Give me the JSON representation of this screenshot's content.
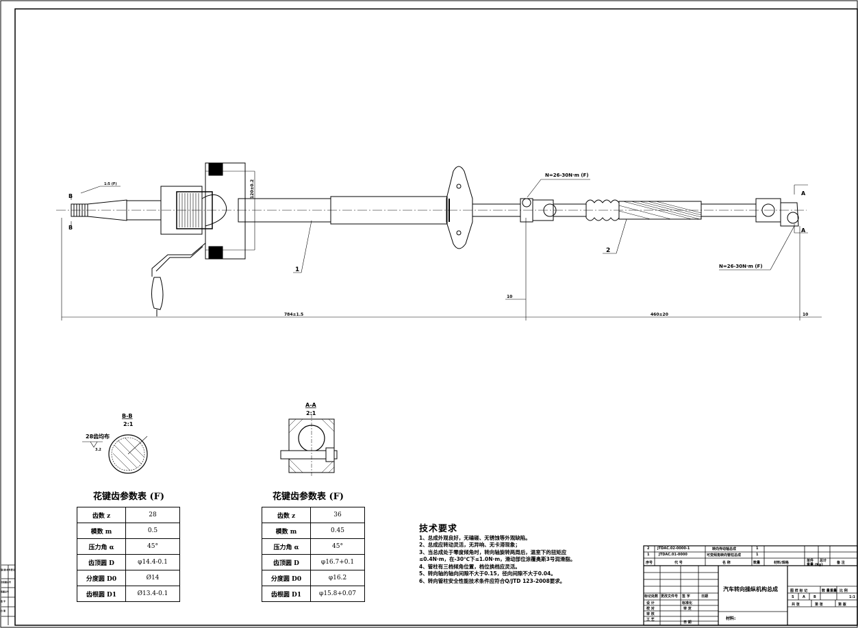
{
  "callouts": {
    "torque_upper": "N=26-30N·m (F)",
    "torque_lower": "N=26-30N·m (F)",
    "part_1": "1",
    "part_2": "2",
    "scale_note": "1:5 (F)",
    "section_b_top": "B",
    "section_b_bottom": "B",
    "section_a_top": "A",
    "section_a_bottom": "A"
  },
  "dimensions": {
    "overall_left": "784±1.5",
    "overall_right": "460±20",
    "vertical_offset": "120±0.2",
    "left_gap": "10",
    "right_gap": "10"
  },
  "views": {
    "bb_title": "B-B",
    "bb_scale": "2:1",
    "bb_note": "28齿均布",
    "bb_roughness": "3.2",
    "aa_title": "A-A",
    "aa_scale": "2:1"
  },
  "spline_table_left": {
    "title": "花键齿参数表 (F)",
    "rows": [
      {
        "label": "齿数 z",
        "value": "28"
      },
      {
        "label": "模数 m",
        "value": "0.5"
      },
      {
        "label": "压力角 α",
        "value": "45°"
      },
      {
        "label": "齿顶圆 D",
        "value": "φ14.4-0.1"
      },
      {
        "label": "分度圆 D0",
        "value": "Ø14"
      },
      {
        "label": "齿根圆 D1",
        "value": "Ø13.4-0.1"
      }
    ]
  },
  "spline_table_right": {
    "title": "花键齿参数表 (F)",
    "rows": [
      {
        "label": "齿数 z",
        "value": "36"
      },
      {
        "label": "模数 m",
        "value": "0.45"
      },
      {
        "label": "压力角 α",
        "value": "45°"
      },
      {
        "label": "齿顶圆 D",
        "value": "φ16.7+0.1"
      },
      {
        "label": "分度圆 D0",
        "value": "φ16.2"
      },
      {
        "label": "齿根圆 D1",
        "value": "φ15.8+0.07"
      }
    ]
  },
  "tech_requirements": {
    "heading": "技术要求",
    "items": [
      "1、总成外观良好，无磕碰、无锈蚀等外观缺陷。",
      "2、总成应转动灵活，无异响、无卡滞现象；",
      "3、当总成处于零度倾角时，转向轴旋转两周后，温室下的扭矩应",
      "   ≤0.4N·m，在-30℃下≤1.0N·m，滑动部位涂覆奥斯3号润滑脂。",
      "4、管柱有三档倾角位置，档位换档应灵活。",
      "5、转向轴的轴向间隙不大于0.15，径向间隙不大于0.04。",
      "6、转向管柱安全性能技术条件应符合Q/JTD 123-2008要求。"
    ]
  },
  "title_block": {
    "drawing_name": "汽车转向操纵机构总成",
    "material_label": "材料:",
    "scale": "1:1",
    "bom": [
      {
        "no": "2",
        "code": "JTDAC.02-0000-1",
        "name": "转向传动轴总成",
        "qty": "1"
      },
      {
        "no": "1",
        "code": "JTDAC.01-0000",
        "name": "可变倾角转向管柱总成",
        "qty": "1"
      }
    ],
    "bom_header": [
      "序号",
      "代 号",
      "名 称",
      "数量",
      "材料/规格",
      "单件",
      "总计",
      "备 注"
    ],
    "weight_header": "重量 (Kg)",
    "sign_rows": [
      "标记处数",
      "更改文件号",
      "签 字",
      "日期"
    ],
    "roles": [
      "设 计",
      "标准化",
      "校 对",
      "审 定",
      "审 核",
      "工 艺",
      "日 期"
    ],
    "stage_header": [
      "图 样 标 记",
      "数 量",
      "重量",
      "比 例"
    ],
    "stage_marks": [
      "S",
      "A",
      "B"
    ],
    "sheets": [
      "共 张",
      "第 张",
      "第 版"
    ]
  },
  "left_strip": [
    "借(通)用件登记",
    "旧底图总号",
    "底图总号",
    "签 字",
    "日 期"
  ]
}
